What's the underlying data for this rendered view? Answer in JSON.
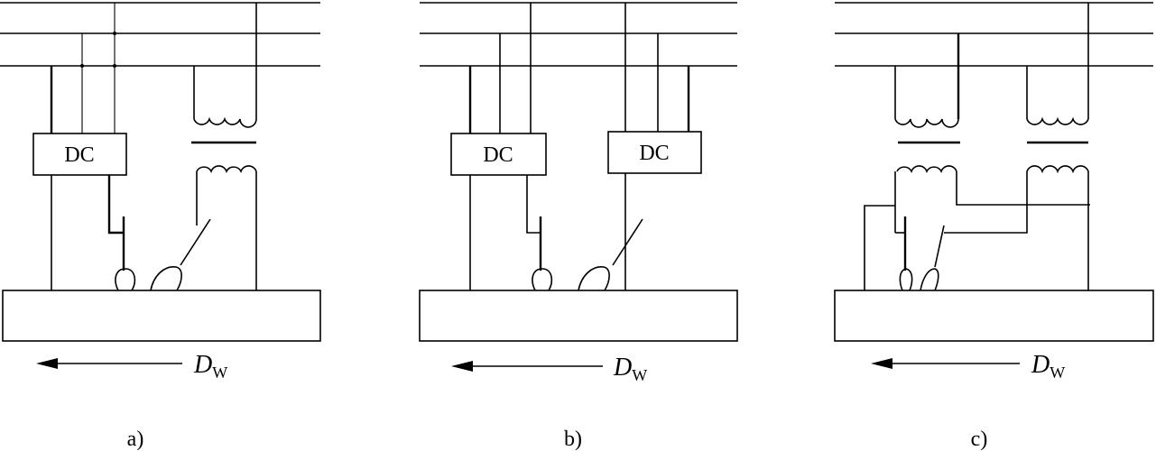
{
  "panels": [
    {
      "id": "a",
      "caption": "a)",
      "sources": [
        "DC"
      ],
      "direction_label": "D",
      "direction_sub": "W"
    },
    {
      "id": "b",
      "caption": "b)",
      "sources": [
        "DC",
        "DC"
      ],
      "direction_label": "D",
      "direction_sub": "W"
    },
    {
      "id": "c",
      "caption": "c)",
      "sources": [],
      "direction_label": "D",
      "direction_sub": "W"
    }
  ]
}
